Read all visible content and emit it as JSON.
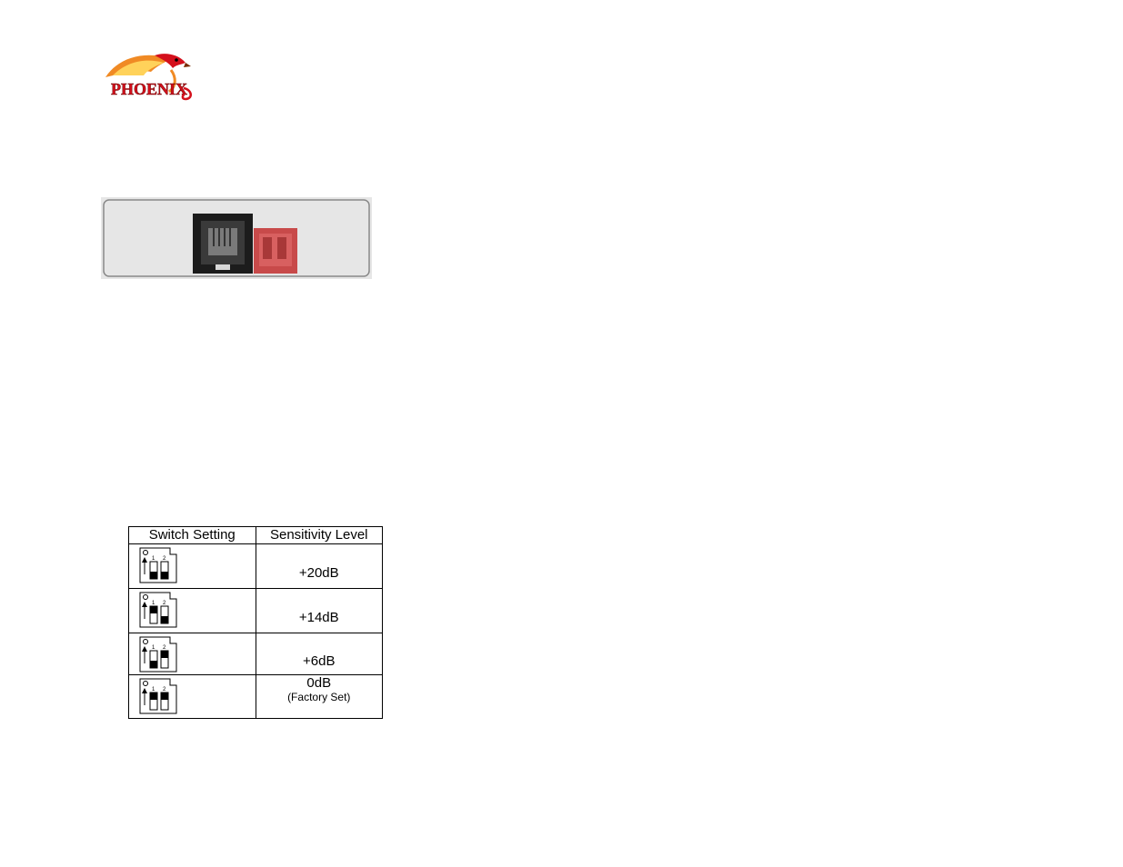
{
  "logo": {
    "text": "PHOENIX",
    "colors": {
      "text": "#d4101c",
      "flame": "#f08a24",
      "bird": "#ffd25a"
    }
  },
  "panel_photo": {
    "colors": {
      "panel": "#e8e8e8",
      "jack": "#1c1c1c",
      "dip_switch": "#d86060"
    }
  },
  "table": {
    "headers": [
      "Switch Setting",
      "Sensitivity Level"
    ],
    "rows": [
      {
        "switch_icon": "dip-switch-icon",
        "switch1": "up",
        "switch2": "up",
        "level": "+20dB",
        "note": ""
      },
      {
        "switch_icon": "dip-switch-icon",
        "switch1": "down",
        "switch2": "up",
        "level": "+14dB",
        "note": ""
      },
      {
        "switch_icon": "dip-switch-icon",
        "switch1": "up",
        "switch2": "down",
        "level": "+6dB",
        "note": ""
      },
      {
        "switch_icon": "dip-switch-icon",
        "switch1": "down",
        "switch2": "down",
        "level": "0dB",
        "note": "(Factory Set)"
      }
    ]
  }
}
